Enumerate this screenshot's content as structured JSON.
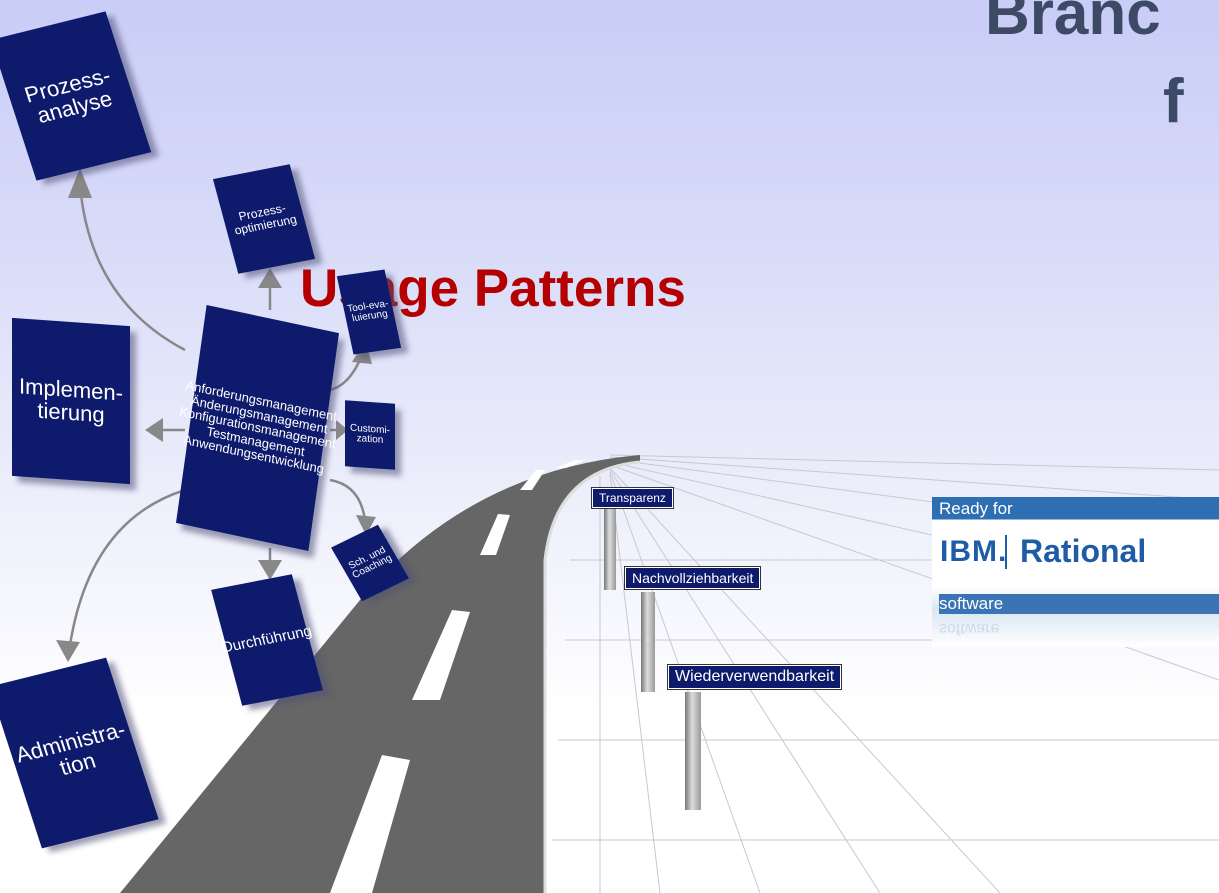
{
  "title": {
    "line1": "Branc",
    "line2": "f"
  },
  "subtitle": "Usage Patterns",
  "diagram": {
    "center_lines": [
      "Anforderungsmanagement",
      "Änderungsmanagement",
      "Konfigurationsmanagement",
      "Testmanagement",
      "Anwendungsentwicklung"
    ],
    "boxes": {
      "prozessanalyse": [
        "Prozess-",
        "analyse"
      ],
      "prozessoptimierung": [
        "Prozess-",
        "optimierung"
      ],
      "toolevaluierung": [
        "Tool-eva-",
        "luierung"
      ],
      "customization": [
        "Customi-",
        "zation"
      ],
      "schulung": [
        "Sch. und",
        "Coaching"
      ],
      "durchfuehrung": [
        "Durchführung"
      ],
      "implementierung": [
        "Implemen-",
        "tierung"
      ],
      "administration": [
        "Administra-",
        "tion"
      ]
    }
  },
  "signs": {
    "s1": "Transparenz",
    "s2": "Nachvollziehbarkeit",
    "s3": "Wiederverwendbarkeit"
  },
  "badge": {
    "ready": "Ready for",
    "ibm": "IBM.",
    "rational": "Rational",
    "software": "software",
    "software_reflection": "software"
  },
  "colors": {
    "box": "#0e1a6b",
    "title": "#3d4a66",
    "subtitle": "#b40000",
    "ibm_blue": "#1f5ca8"
  }
}
